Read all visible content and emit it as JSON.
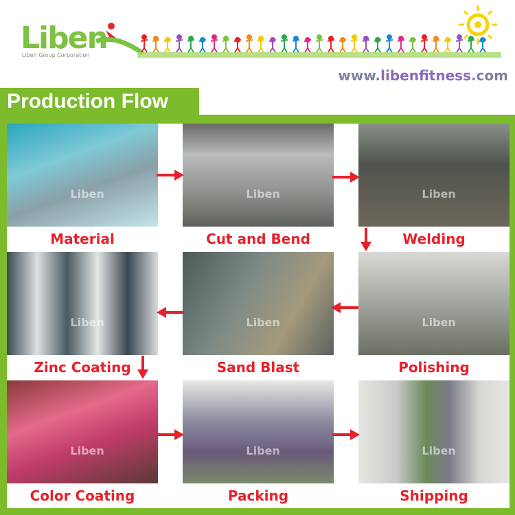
{
  "header": {
    "logo_text": "Liben",
    "logo_subtitle": "Liben Group Corporation",
    "url_prefix": "www.",
    "url_main": "libenfitness",
    "url_suffix": ".com"
  },
  "title": "Production Flow",
  "watermark": "Liben",
  "colors": {
    "brand_green": "#7cbb2b",
    "label_red": "#e8202a",
    "arrow_red": "#e8202a"
  },
  "steps": [
    {
      "label": "Material"
    },
    {
      "label": "Cut and Bend"
    },
    {
      "label": "Welding"
    },
    {
      "label": "Polishing"
    },
    {
      "label": "Sand Blast"
    },
    {
      "label": "Zinc Coating"
    },
    {
      "label": "Color Coating"
    },
    {
      "label": "Packing"
    },
    {
      "label": "Shipping"
    }
  ]
}
